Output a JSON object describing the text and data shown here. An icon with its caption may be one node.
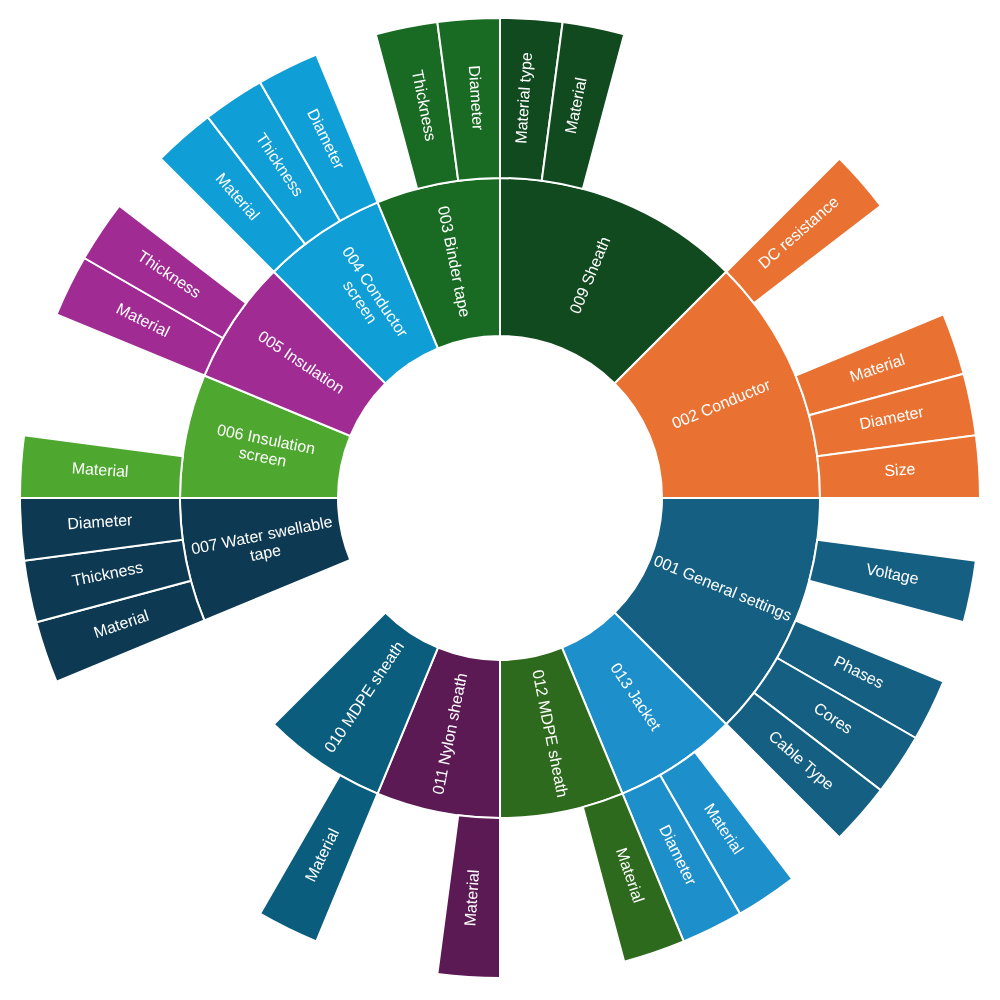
{
  "diagram": {
    "nodes": [
      {
        "text": [
          "009 Sheath"
        ]
      },
      {
        "text": [
          "Material type"
        ]
      },
      {
        "text": [
          "Material"
        ]
      },
      {
        "text": [
          "002 Conductor"
        ]
      },
      {
        "text": [
          "DC resistance"
        ]
      },
      {
        "text": [
          "Material"
        ]
      },
      {
        "text": [
          "Diameter"
        ]
      },
      {
        "text": [
          "Size"
        ]
      },
      {
        "text": [
          "001 General settings"
        ]
      },
      {
        "text": [
          "Voltage"
        ]
      },
      {
        "text": [
          "Phases"
        ]
      },
      {
        "text": [
          "Cores"
        ]
      },
      {
        "text": [
          "Cable Type"
        ]
      },
      {
        "text": [
          "013 Jacket"
        ]
      },
      {
        "text": [
          "Material"
        ]
      },
      {
        "text": [
          "Diameter"
        ]
      },
      {
        "text": [
          "012 MDPE sheath"
        ]
      },
      {
        "text": [
          "Material"
        ]
      },
      {
        "text": [
          "011 Nylon sheath"
        ]
      },
      {
        "text": [
          "Material"
        ]
      },
      {
        "text": [
          "010 MDPE sheath"
        ]
      },
      {
        "text": [
          "Material"
        ]
      },
      {
        "text": [
          "007 Water swellable tape"
        ]
      },
      {
        "text": [
          "Material"
        ]
      },
      {
        "text": [
          "Thickness"
        ]
      },
      {
        "text": [
          "Diameter"
        ]
      },
      {
        "text": [
          "006 Insulation screen"
        ]
      },
      {
        "text": [
          "Material"
        ]
      },
      {
        "text": [
          "005 Insulation"
        ]
      },
      {
        "text": [
          "Material"
        ]
      },
      {
        "text": [
          "Thickness"
        ]
      },
      {
        "text": [
          "004 Conductor screen"
        ]
      },
      {
        "text": [
          "Material"
        ]
      },
      {
        "text": [
          "Thickness"
        ]
      },
      {
        "text": [
          "Diameter"
        ]
      },
      {
        "text": [
          "003 Binder tape"
        ]
      },
      {
        "text": [
          "Thickness"
        ]
      },
      {
        "text": [
          "Diameter"
        ]
      }
    ]
  }
}
